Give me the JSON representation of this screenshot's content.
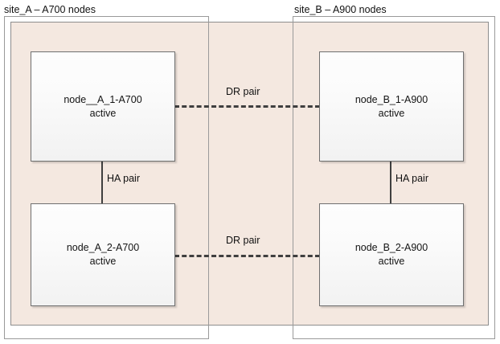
{
  "diagram": {
    "sites": [
      {
        "id": "site-a",
        "label": "site_A – A700 nodes"
      },
      {
        "id": "site-b",
        "label": "site_B – A900 nodes"
      }
    ],
    "nodes": [
      {
        "id": "node-a-1",
        "name": "node__A_1-A700",
        "state": "active"
      },
      {
        "id": "node-b-1",
        "name": "node_B_1-A900",
        "state": "active"
      },
      {
        "id": "node-a-2",
        "name": "node_A_2-A700",
        "state": "active"
      },
      {
        "id": "node-b-2",
        "name": "node_B_2-A900",
        "state": "active"
      }
    ],
    "connections": [
      {
        "id": "dr-top",
        "label": "DR pair",
        "style": "dashed",
        "from": "node-a-1",
        "to": "node-b-1"
      },
      {
        "id": "dr-bottom",
        "label": "DR pair",
        "style": "dashed",
        "from": "node-a-2",
        "to": "node-b-2"
      },
      {
        "id": "ha-a",
        "label": "HA pair",
        "style": "solid",
        "from": "node-a-1",
        "to": "node-a-2"
      },
      {
        "id": "ha-b",
        "label": "HA pair",
        "style": "solid",
        "from": "node-b-1",
        "to": "node-b-2"
      }
    ],
    "colors": {
      "site_fill": "#f4e8e0",
      "site_border": "#8d8d8d",
      "frame_border": "#9a9a9a",
      "node_border": "#6f6f6f",
      "connector": "#3f3f3f",
      "text": "#141414",
      "canvas": "#ffffff"
    }
  }
}
